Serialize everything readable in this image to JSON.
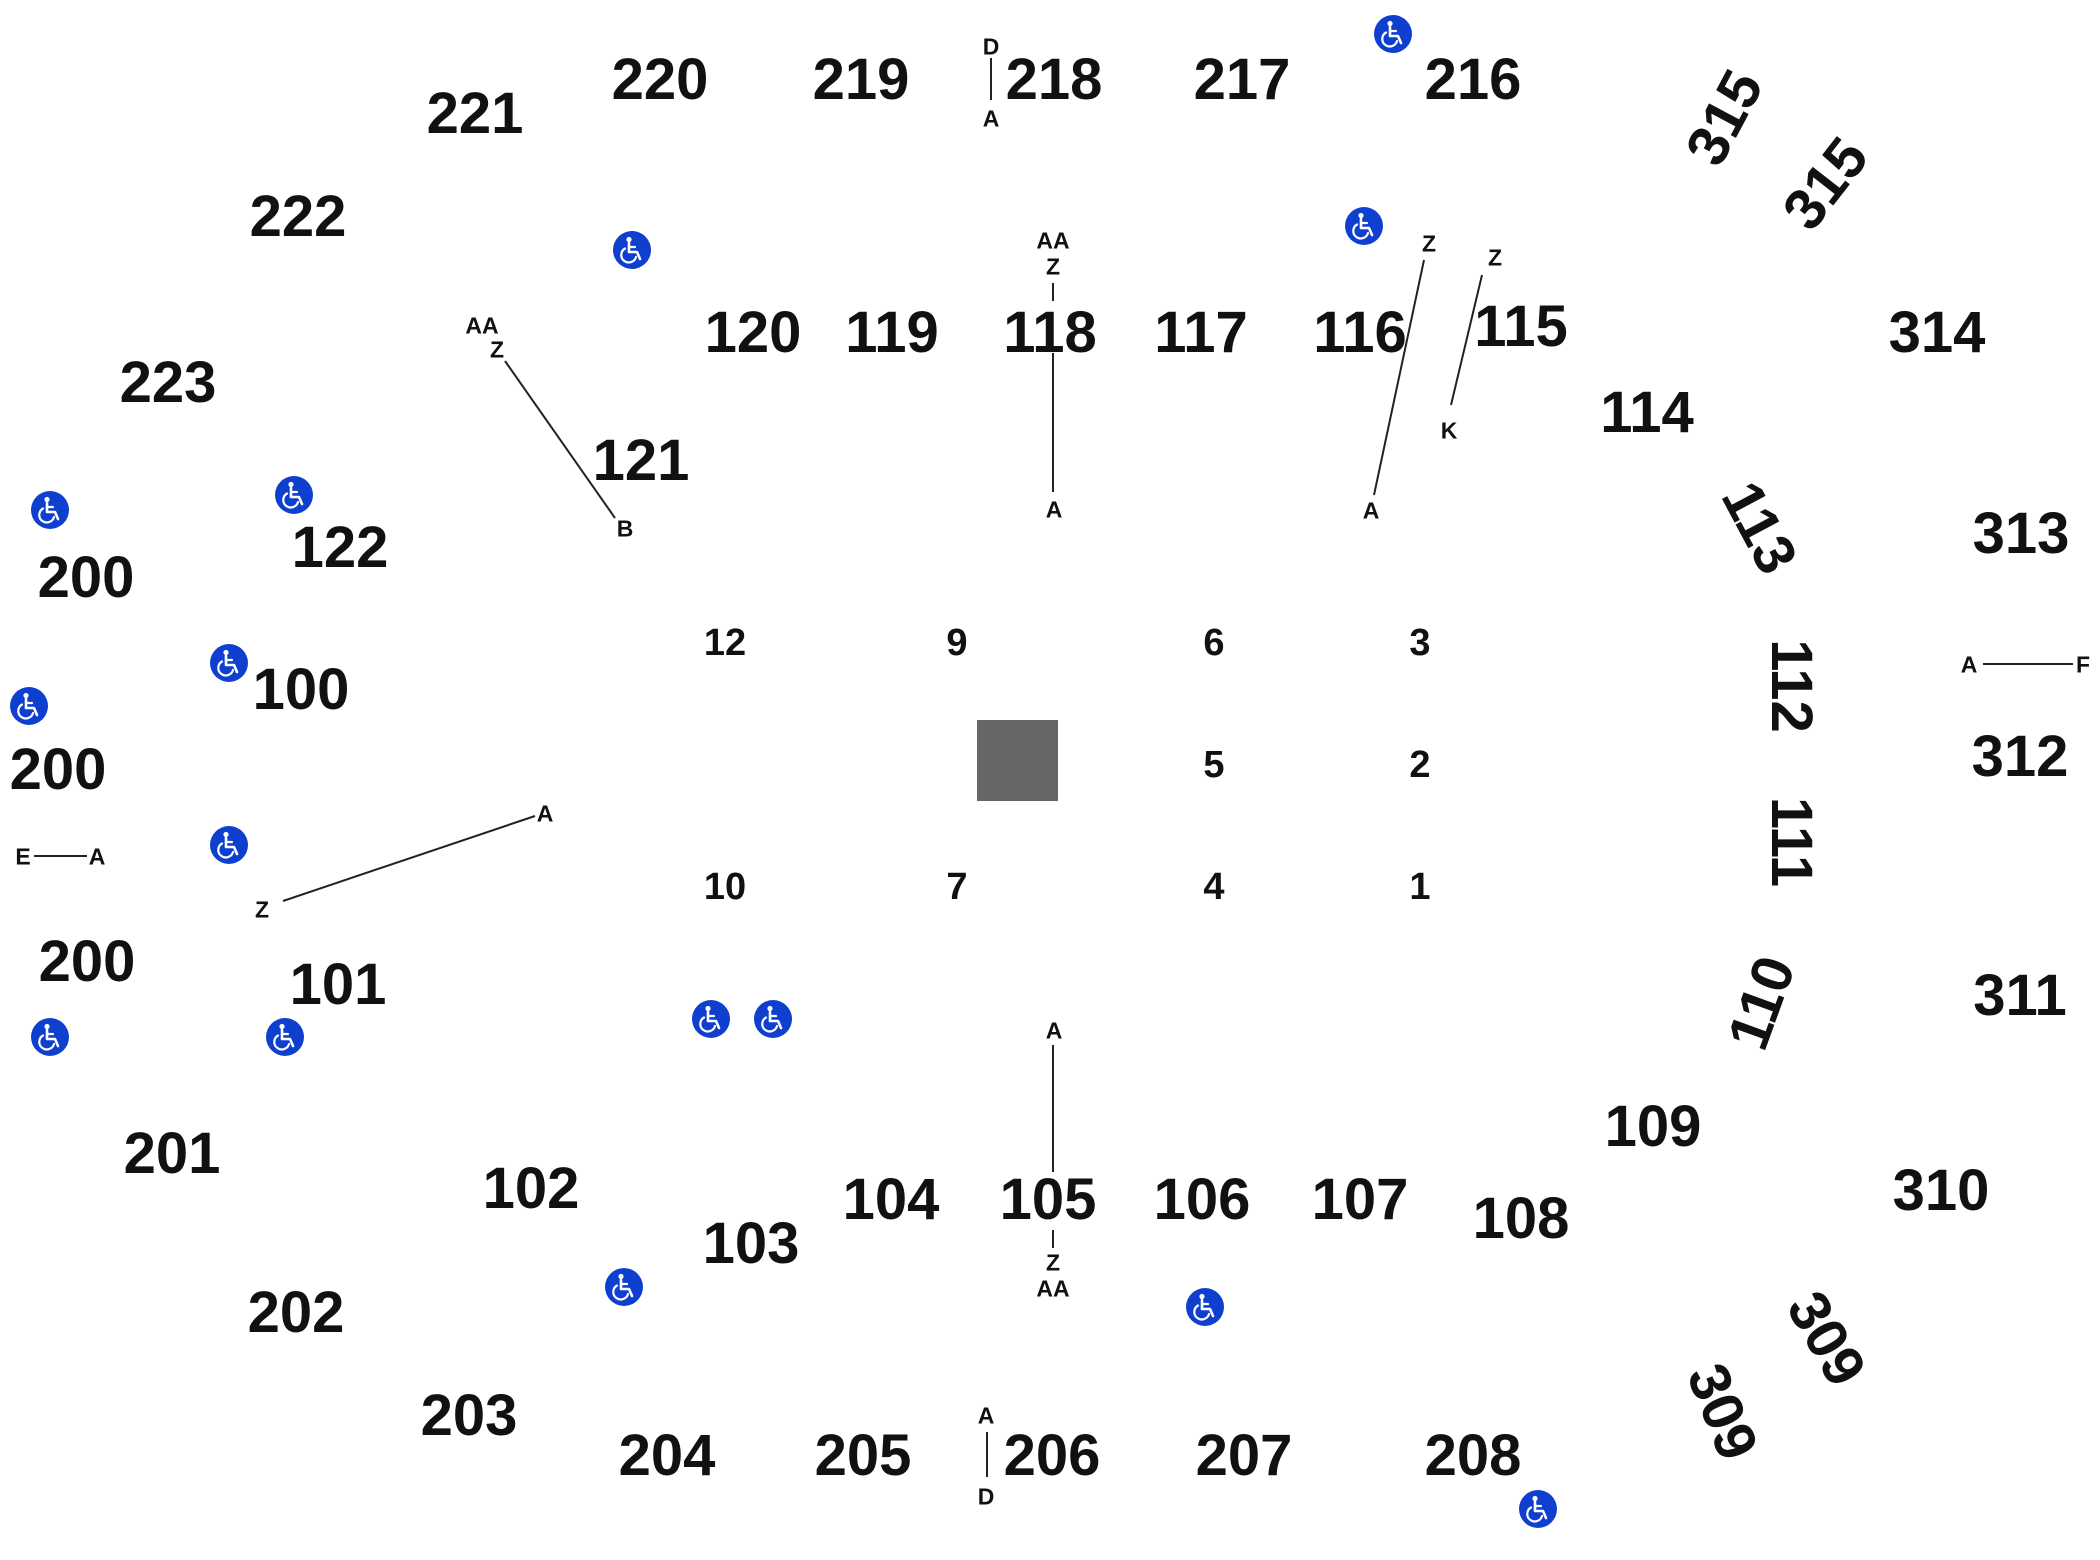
{
  "colors": {
    "accessible": "#0f3fcf",
    "stage": "#666666",
    "text": "#111111"
  },
  "accessible_icon": "wheelchair-icon",
  "sections": {
    "s216": "216",
    "s217": "217",
    "s218": "218",
    "s219": "219",
    "s220": "220",
    "s221": "221",
    "s222": "222",
    "s223": "223",
    "s200a": "200",
    "s200b": "200",
    "s200c": "200",
    "s201": "201",
    "s202": "202",
    "s203": "203",
    "s204": "204",
    "s205": "205",
    "s206": "206",
    "s207": "207",
    "s208": "208",
    "s100": "100",
    "s101": "101",
    "s102": "102",
    "s103": "103",
    "s104": "104",
    "s105": "105",
    "s106": "106",
    "s107": "107",
    "s108": "108",
    "s109": "109",
    "s110": "110",
    "s111": "111",
    "s112": "112",
    "s113": "113",
    "s114": "114",
    "s115": "115",
    "s116": "116",
    "s117": "117",
    "s118": "118",
    "s119": "119",
    "s120": "120",
    "s121": "121",
    "s122": "122",
    "s309a": "309",
    "s309b": "309",
    "s310": "310",
    "s311": "311",
    "s312": "312",
    "s313": "313",
    "s314": "314",
    "s315a": "315",
    "s315b": "315"
  },
  "floor_sections": {
    "f1": "1",
    "f2": "2",
    "f3": "3",
    "f4": "4",
    "f5": "5",
    "f6": "6",
    "f7": "7",
    "f9": "9",
    "f10": "10",
    "f12": "12"
  },
  "rows": {
    "r218_top": "D",
    "r218_bottom": "A",
    "r206_top": "A",
    "r206_bottom": "D",
    "r118_aa": "AA",
    "r118_z": "Z",
    "r118_a": "A",
    "r105_a": "A",
    "r105_z": "Z",
    "r105_aa": "AA",
    "r121_aa": "AA",
    "r121_z": "Z",
    "r121_b": "B",
    "r116_z": "Z",
    "r116_a": "A",
    "r115_z": "Z",
    "r115_k": "K",
    "r101_a": "A",
    "r101_z": "Z",
    "r200_e": "E",
    "r200_a": "A",
    "r312_a": "A",
    "r312_f": "F"
  }
}
